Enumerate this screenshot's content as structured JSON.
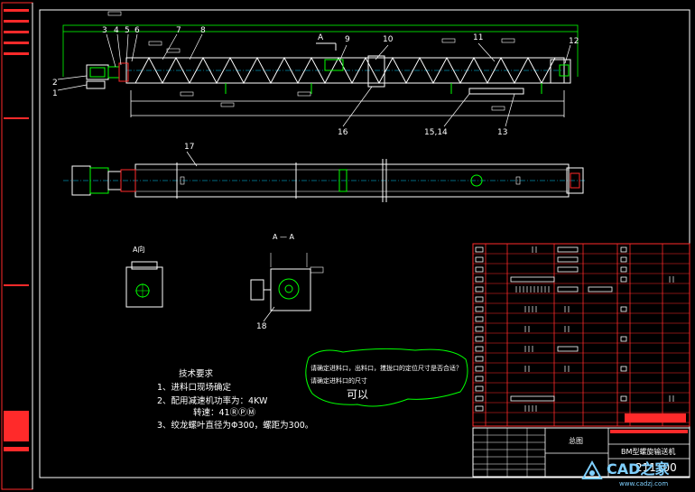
{
  "part_labels": [
    "1",
    "2",
    "3",
    "4",
    "5",
    "6",
    "7",
    "8",
    "9",
    "10",
    "11",
    "12",
    "13",
    "15,14",
    "16",
    "17",
    "18"
  ],
  "section_label": "A — A",
  "view_label_a": "A向",
  "section_marker": "A",
  "requirements": {
    "title": "技术要求",
    "items": [
      "1、进料口现场确定",
      "2、配用减速机功率为：4KW",
      "转速：41ⓇⓅⓂ",
      "3、绞龙螺叶直径为Φ300，螺距为300。"
    ]
  },
  "cloud_note": {
    "lines": [
      "请确定进料口，出料口，搅拢口的定位尺寸是否合适？",
      "请确定进料口的尺寸"
    ],
    "answer": "可以"
  },
  "title_block": {
    "view_name": "总图",
    "product": "BM型螺旋输送机",
    "drawing_no": "211100"
  },
  "watermark": {
    "brand": "CAD之家",
    "url": "www.cadzj.com"
  },
  "colors": {
    "background": "#000000",
    "outline": "#ffffff",
    "part": "#00ff00",
    "annotation": "#ffff00",
    "table": "#ff2a2a",
    "center": "#00cfff"
  }
}
